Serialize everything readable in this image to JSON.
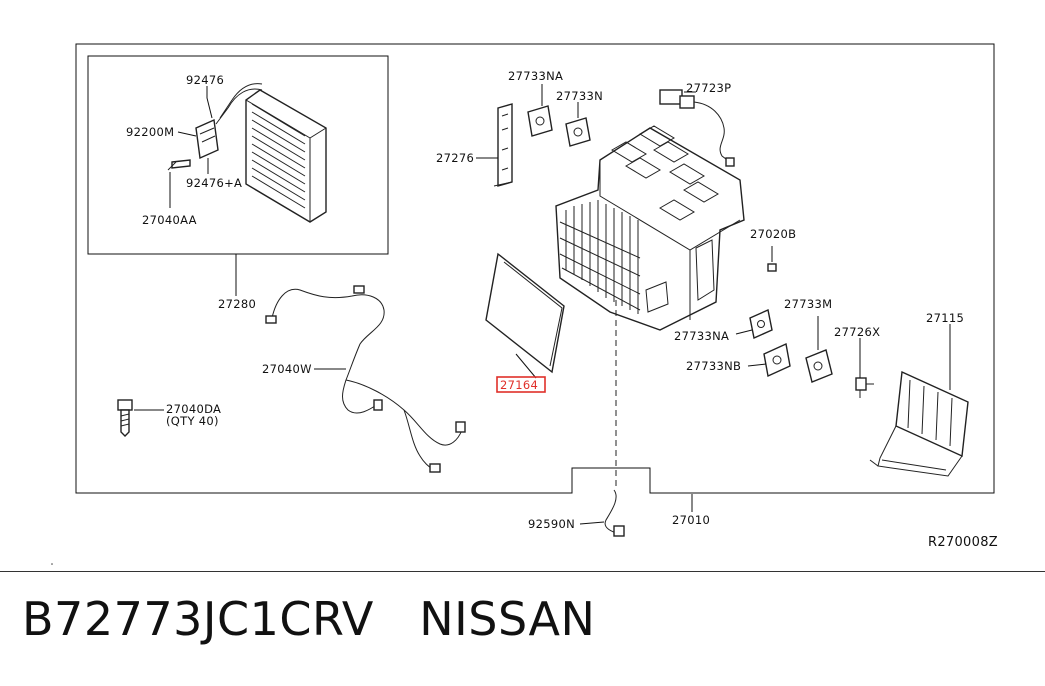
{
  "diagram": {
    "labels": {
      "p92476": "92476",
      "p92200m": "92200M",
      "p92476a": "92476+A",
      "p27040aa": "27040AA",
      "p27280": "27280",
      "p27040w": "27040W",
      "p27040da": "27040DA",
      "p27040da_qty": "(QTY 40)",
      "p27733na_top": "27733NA",
      "p27733n": "27733N",
      "p27723p": "27723P",
      "p27276": "27276",
      "p27020b": "27020B",
      "p27164": "27164",
      "p27733m": "27733M",
      "p27733na_mid": "27733NA",
      "p27726x": "27726X",
      "p27115": "27115",
      "p27733nb": "27733NB",
      "p92590n": "92590N",
      "p27010": "27010",
      "ref": "R270008Z"
    },
    "highlight_color": "#e0302a"
  },
  "footer": {
    "part_number": "B72773JC1CRV",
    "brand": "NISSAN"
  }
}
